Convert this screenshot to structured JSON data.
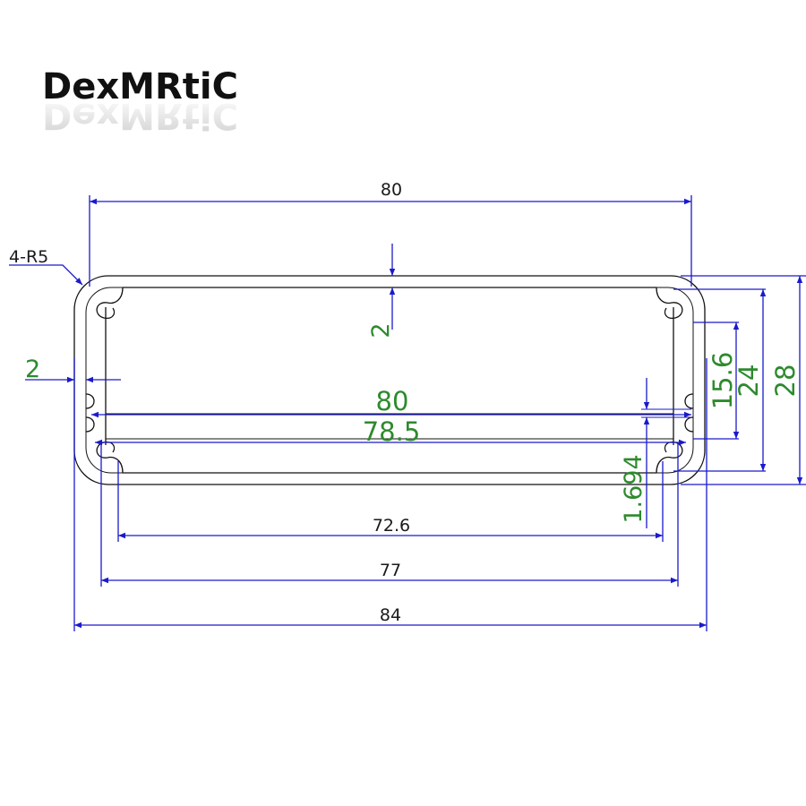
{
  "logo": {
    "text": "DexMRtiC"
  },
  "callout": {
    "text": "4-R5"
  },
  "dimensions": {
    "top_width": "80",
    "wall_top": "2",
    "wall_left": "2",
    "inner_width": "80",
    "slot_width": "78.5",
    "slot_offset": "1.694",
    "bottom_span": "72.6",
    "flange_width": "77",
    "overall_width": "84",
    "slot_height": "15.6",
    "inner_height": "24",
    "overall_height": "28"
  },
  "colors": {
    "dimension_line": "#1a1acc",
    "dimension_text_green": "#2d8a2d",
    "outline": "#111111"
  }
}
